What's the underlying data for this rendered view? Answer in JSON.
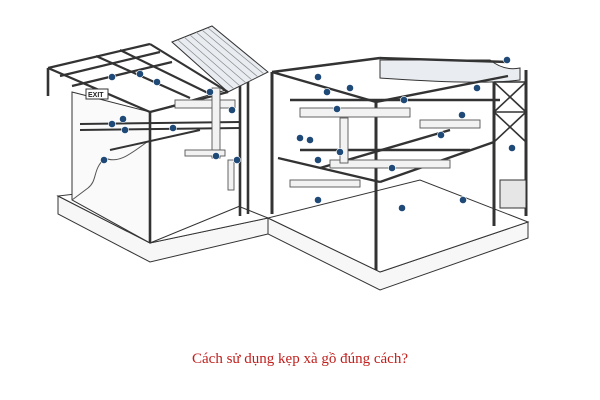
{
  "caption": "Cách sử dụng kẹp xà gồ đúng cách?",
  "exit_sign": "EXIT",
  "colors": {
    "caption": "#c0201d",
    "callout": "#1f4a78",
    "line": "#333333",
    "steel_fill": "#f2f2f2",
    "panel_fill": "#e9edf1",
    "ground_fill": "#f7f7f7"
  },
  "callout_count": 30
}
